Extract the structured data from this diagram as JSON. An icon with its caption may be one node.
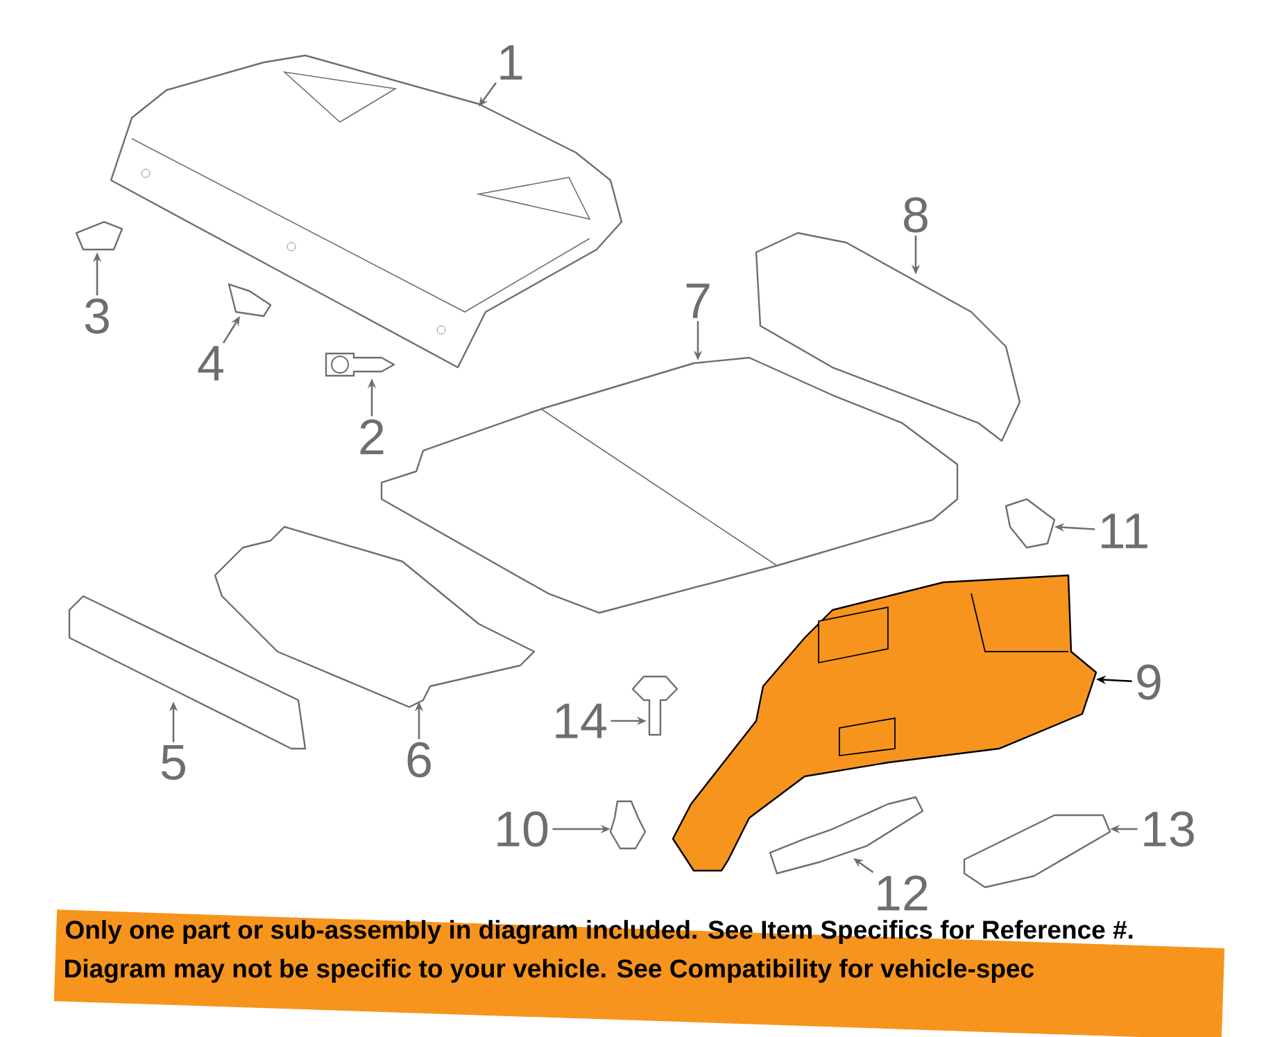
{
  "diagram": {
    "nodes": [
      {
        "text": [
          "1"
        ]
      },
      {
        "text": [
          "2"
        ]
      },
      {
        "text": [
          "3"
        ]
      },
      {
        "text": [
          "4"
        ]
      },
      {
        "text": [
          "5"
        ]
      },
      {
        "text": [
          "6"
        ]
      },
      {
        "text": [
          "7"
        ]
      },
      {
        "text": [
          "8"
        ]
      },
      {
        "text": [
          "9"
        ]
      },
      {
        "text": [
          "10"
        ]
      },
      {
        "text": [
          "11"
        ]
      },
      {
        "text": [
          "12"
        ]
      },
      {
        "text": [
          "13"
        ]
      },
      {
        "text": [
          "14"
        ]
      },
      {
        "text": [],
        "shape": "picture"
      },
      {
        "text": [],
        "shape": "picture"
      },
      {
        "text": [],
        "shape": "picture"
      },
      {
        "text": [],
        "shape": "picture"
      },
      {
        "text": [],
        "shape": "picture"
      },
      {
        "text": [],
        "shape": "picture"
      },
      {
        "text": [],
        "shape": "picture"
      },
      {
        "text": [],
        "shape": "picture"
      },
      {
        "text": [],
        "shape": "picture"
      },
      {
        "text": [],
        "shape": "picture"
      },
      {
        "text": [],
        "shape": "picture"
      },
      {
        "text": [],
        "shape": "picture"
      },
      {
        "text": [],
        "shape": "picture"
      },
      {
        "text": [],
        "shape": "picture"
      }
    ],
    "edges": [
      {
        "from": 0,
        "to": 14,
        "arrow": "to"
      },
      {
        "from": 1,
        "to": 15,
        "arrow": "to"
      },
      {
        "from": 2,
        "to": 16,
        "arrow": "to"
      },
      {
        "from": 3,
        "to": 17,
        "arrow": "to"
      },
      {
        "from": 4,
        "to": 18,
        "arrow": "to"
      },
      {
        "from": 5,
        "to": 19,
        "arrow": "to"
      },
      {
        "from": 6,
        "to": 20,
        "arrow": "to"
      },
      {
        "from": 7,
        "to": 21,
        "arrow": "to"
      },
      {
        "from": 8,
        "to": 22,
        "arrow": "to",
        "color": "#000000"
      },
      {
        "from": 9,
        "to": 23,
        "arrow": "to"
      },
      {
        "from": 10,
        "to": 24,
        "arrow": "to"
      },
      {
        "from": 11,
        "to": 25,
        "arrow": "to"
      },
      {
        "from": 12,
        "to": 26,
        "arrow": "to"
      },
      {
        "from": 13,
        "to": 27,
        "arrow": "to"
      }
    ],
    "labels": [
      "Only one part or sub-assembly in diagram included. See Item Specifics for Reference #.",
      "Diagram may not be specific to your vehicle. See Compatibility for vehicle-spec"
    ]
  }
}
